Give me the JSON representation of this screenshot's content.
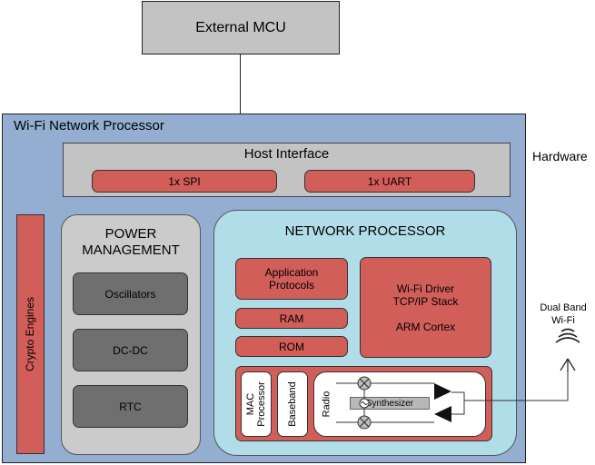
{
  "external_mcu": "External MCU",
  "wifi_network_processor": "Wi-Fi Network Processor",
  "hardware": "Hardware",
  "host_interface": {
    "title": "Host Interface",
    "spi": "1x SPI",
    "uart": "1x UART"
  },
  "crypto_engines": "Crypto Engines",
  "power_management": {
    "title_line1": "POWER",
    "title_line2": "MANAGEMENT",
    "oscillators": "Oscillators",
    "dcdc": "DC-DC",
    "rtc": "RTC"
  },
  "network_processor": {
    "title": "NETWORK PROCESSOR",
    "app_protocols_line1": "Application",
    "app_protocols_line2": "Protocols",
    "ram": "RAM",
    "rom": "ROM",
    "wifi_driver": "Wi-Fi Driver",
    "tcpip_stack": "TCP/IP Stack",
    "arm_cortex": "ARM Cortex",
    "mac_processor_line1": "MAC",
    "mac_processor_line2": "Processor",
    "baseband": "Baseband",
    "radio": "Radio",
    "synthesizer": "Synthesizer"
  },
  "antenna": {
    "line1": "Dual Band",
    "line2": "Wi-Fi"
  },
  "colors": {
    "gray_box": "#c3c3c3",
    "blue_panel": "#93aed1",
    "red_block": "#d25e5a",
    "light_blue": "#b1dde8",
    "dark_gray": "#6f6f6f"
  }
}
